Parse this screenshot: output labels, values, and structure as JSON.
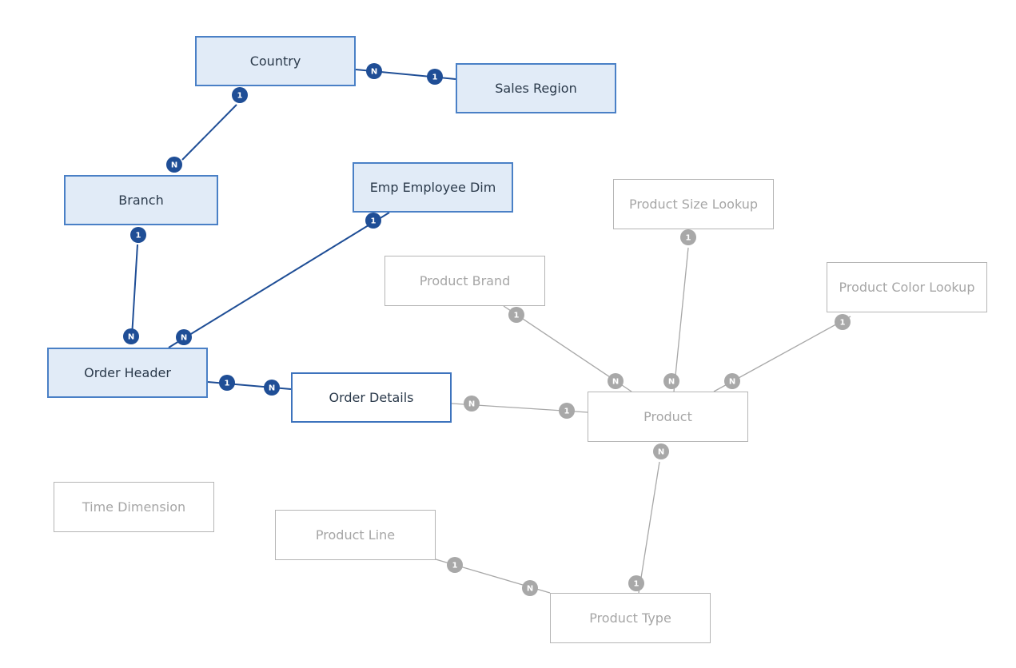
{
  "colors": {
    "active_fill": "#e1ebf7",
    "active_border": "#4a80c6",
    "active_link": "#1f4e96",
    "inactive_border": "#b5b5b5",
    "inactive_link": "#a8a8a8",
    "inactive_text": "#a6a6a6",
    "active_text": "#2b3a4b"
  },
  "entities": [
    {
      "id": "country",
      "label": "Country",
      "state": "active"
    },
    {
      "id": "sales-region",
      "label": "Sales Region",
      "state": "active"
    },
    {
      "id": "branch",
      "label": "Branch",
      "state": "active"
    },
    {
      "id": "emp-employee-dim",
      "label": "Emp Employee Dim",
      "state": "active"
    },
    {
      "id": "order-header",
      "label": "Order Header",
      "state": "active"
    },
    {
      "id": "order-details",
      "label": "Order Details",
      "state": "outlined"
    },
    {
      "id": "product-size-lookup",
      "label": "Product Size Lookup",
      "state": "inactive"
    },
    {
      "id": "product-brand",
      "label": "Product Brand",
      "state": "inactive"
    },
    {
      "id": "product-color-lookup",
      "label": "Product Color Lookup",
      "state": "inactive"
    },
    {
      "id": "product",
      "label": "Product",
      "state": "inactive"
    },
    {
      "id": "time-dimension",
      "label": "Time Dimension",
      "state": "inactive"
    },
    {
      "id": "product-line",
      "label": "Product Line",
      "state": "inactive"
    },
    {
      "id": "product-type",
      "label": "Product Type",
      "state": "inactive"
    }
  ],
  "relationships": [
    {
      "from": "country",
      "from_card": "N",
      "to": "sales-region",
      "to_card": "1",
      "state": "active"
    },
    {
      "from": "country",
      "from_card": "1",
      "to": "branch",
      "to_card": "N",
      "state": "active"
    },
    {
      "from": "branch",
      "from_card": "1",
      "to": "order-header",
      "to_card": "N",
      "state": "active"
    },
    {
      "from": "emp-employee-dim",
      "from_card": "1",
      "to": "order-header",
      "to_card": "N",
      "state": "active"
    },
    {
      "from": "order-header",
      "from_card": "1",
      "to": "order-details",
      "to_card": "N",
      "state": "active"
    },
    {
      "from": "order-details",
      "from_card": "N",
      "to": "product",
      "to_card": "1",
      "state": "inactive"
    },
    {
      "from": "product-brand",
      "from_card": "1",
      "to": "product",
      "to_card": "N",
      "state": "inactive"
    },
    {
      "from": "product-size-lookup",
      "from_card": "1",
      "to": "product",
      "to_card": "N",
      "state": "inactive"
    },
    {
      "from": "product-color-lookup",
      "from_card": "1",
      "to": "product",
      "to_card": "N",
      "state": "inactive"
    },
    {
      "from": "product",
      "from_card": "N",
      "to": "product-type",
      "to_card": "1",
      "state": "inactive"
    },
    {
      "from": "product-line",
      "from_card": "1",
      "to": "product-type",
      "to_card": "N",
      "state": "inactive"
    }
  ]
}
